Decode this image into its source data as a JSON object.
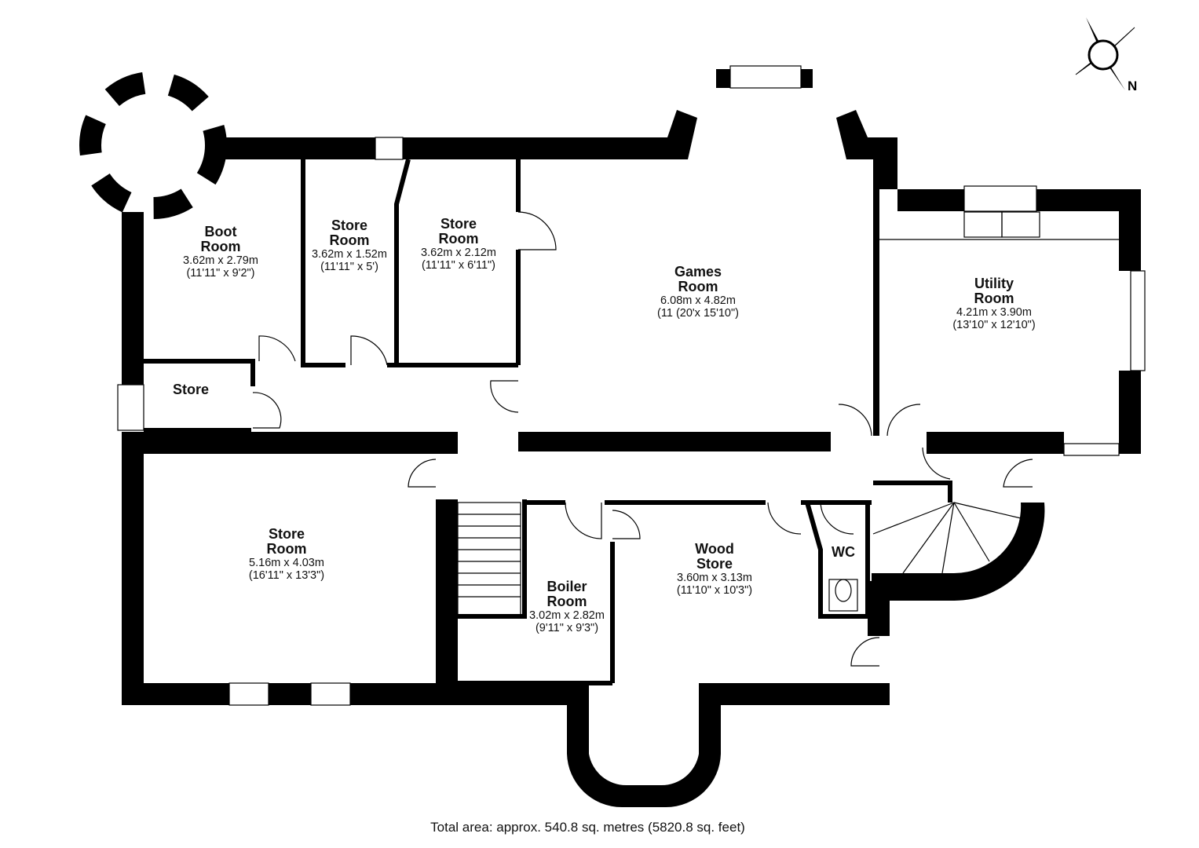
{
  "rooms": [
    {
      "name_line1": "Boot",
      "name_line2": "Room",
      "metric": "3.62m x 2.79m",
      "imperial": "(11'11\" x 9'2\")"
    },
    {
      "name_line1": "Store",
      "name_line2": "Room",
      "metric": "3.62m x 1.52m",
      "imperial": "(11'11\" x 5')"
    },
    {
      "name_line1": "Store",
      "name_line2": "Room",
      "metric": "3.62m x 2.12m",
      "imperial": "(11'11\" x 6'11\")"
    },
    {
      "name_line1": "Games",
      "name_line2": "Room",
      "metric": "6.08m x 4.82m",
      "imperial": "(11 (20'x 15'10\")"
    },
    {
      "name_line1": "Utility",
      "name_line2": "Room",
      "metric": "4.21m x 3.90m",
      "imperial": "(13'10\" x 12'10\")"
    },
    {
      "name_line1": "Store",
      "name_line2": "Room",
      "metric": "5.16m x 4.03m",
      "imperial": "(16'11\" x 13'3\")"
    },
    {
      "name_line1": "Boiler",
      "name_line2": "Room",
      "metric": "3.02m x 2.82m",
      "imperial": "(9'11\" x 9'3\")"
    },
    {
      "name_line1": "Wood",
      "name_line2": "Store",
      "metric": "3.60m x 3.13m",
      "imperial": "(11'10\" x 10'3\")"
    }
  ],
  "small_rooms": {
    "store": "Store",
    "wc": "WC"
  },
  "compass": {
    "north": "N"
  },
  "total_area": "Total area: approx. 540.8 sq. metres (5820.8 sq. feet)"
}
